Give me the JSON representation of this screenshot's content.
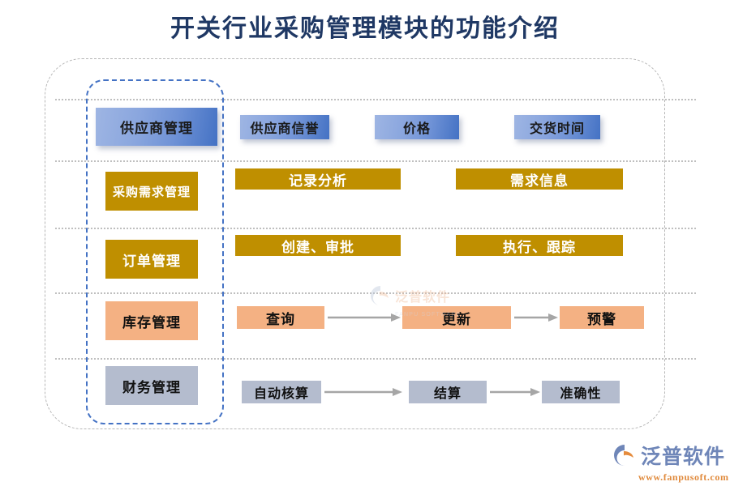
{
  "page": {
    "title": "开关行业采购管理模块的功能介绍"
  },
  "colors": {
    "title": "#1F3864",
    "outer_frame_dash": "#B6B6B6",
    "inner_frame_dash": "#4472C4",
    "row_separator": "#BFBFBF",
    "blue_box_start": "#9EB5E3",
    "blue_box_end": "#4472C4",
    "gold_box": "#BF8F00",
    "peach_box": "#F4B183",
    "gray_box": "#B4BCCE",
    "arrow": "#A6A6A6",
    "logo_blue": "#6F86B8",
    "logo_orange": "#E08A3C"
  },
  "rows": [
    {
      "id": "supplier-management",
      "category": "供应商管理",
      "style": "blue",
      "items": [
        {
          "label": "供应商信誉"
        },
        {
          "label": "价格"
        },
        {
          "label": "交货时间"
        }
      ],
      "arrows": 0
    },
    {
      "id": "purchase-requirement-management",
      "category": "采购需求管理",
      "style": "gold",
      "items": [
        {
          "label": "记录分析"
        },
        {
          "label": "需求信息"
        }
      ],
      "arrows": 0
    },
    {
      "id": "order-management",
      "category": "订单管理",
      "style": "gold",
      "items": [
        {
          "label": "创建、审批"
        },
        {
          "label": "执行、跟踪"
        }
      ],
      "arrows": 0
    },
    {
      "id": "inventory-management",
      "category": "库存管理",
      "style": "peach",
      "items": [
        {
          "label": "查询"
        },
        {
          "label": "更新"
        },
        {
          "label": "预警"
        }
      ],
      "arrows": 2
    },
    {
      "id": "finance-management",
      "category": "财务管理",
      "style": "gray",
      "items": [
        {
          "label": "自动核算"
        },
        {
          "label": "结算"
        },
        {
          "label": "准确性"
        }
      ],
      "arrows": 2
    }
  ],
  "watermark": {
    "brand": "泛普软件",
    "sub": "FANPU SOFTWARE"
  },
  "logo": {
    "brand": "泛普软件",
    "url": "www.fanpusoft.com"
  }
}
